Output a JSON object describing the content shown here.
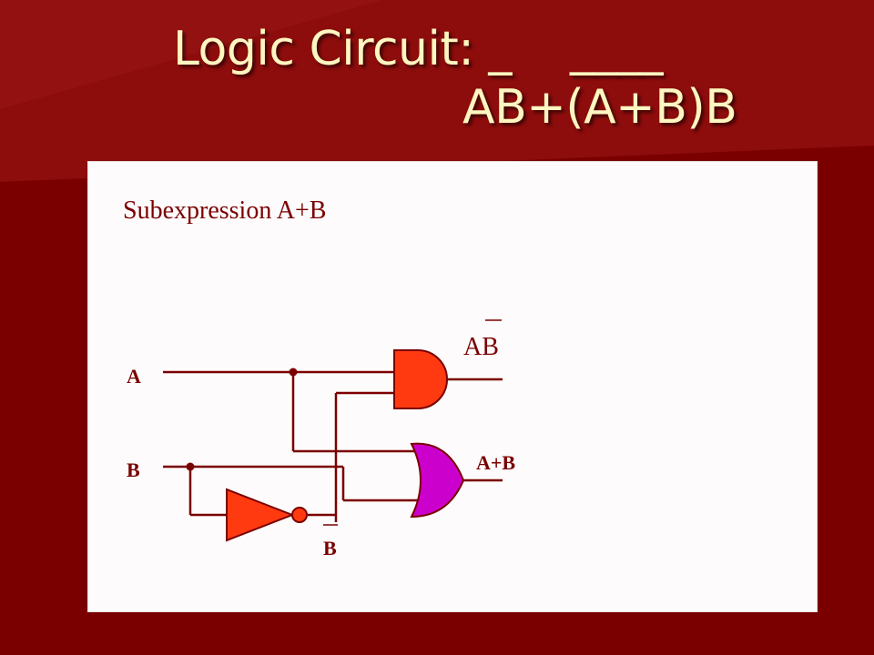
{
  "slide": {
    "title_line1": "Logic Circuit: _    ____",
    "title_line2": "AB+(A+B)B"
  },
  "diagram": {
    "subtitle": "Subexpression A+B",
    "input_a": "A",
    "input_b": "B",
    "and_output": "AB",
    "or_output": "A+B",
    "not_output": "B",
    "colors": {
      "and_gate": "#ff3a10",
      "or_gate": "#cc00cc",
      "not_gate": "#ff3a10",
      "wire": "#7a0000"
    }
  }
}
